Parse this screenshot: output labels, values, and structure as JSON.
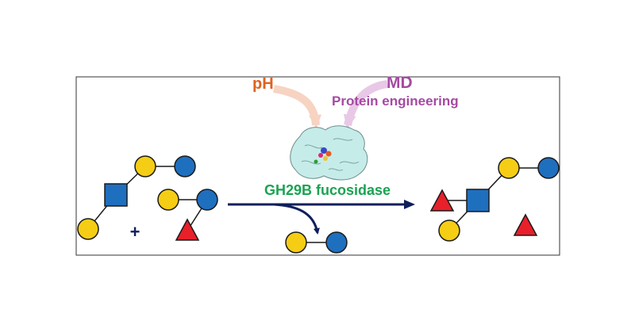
{
  "labels": {
    "ph": "pH",
    "md": "MD",
    "protein_engineering": "Protein engineering",
    "enzyme": "GH29B fucosidase",
    "plus": "+"
  },
  "colors": {
    "ph": "#e0621f",
    "ph_arrow": "#f7d3c2",
    "md": "#a54aa2",
    "md_arrow": "#e8c8e6",
    "enzyme": "#1aa352",
    "reaction_arrow": "#0f1f5c",
    "galactose_yellow": "#f5cd14",
    "glucose_blue": "#1f6fbf",
    "glcnac_square": "#1f6fbf",
    "fucose_red": "#e8202a",
    "protein_surface": "#c6ecea",
    "frame": "#333333"
  },
  "icons": {
    "plus_sign": "plus-icon",
    "protein": "protein-structure-icon"
  }
}
